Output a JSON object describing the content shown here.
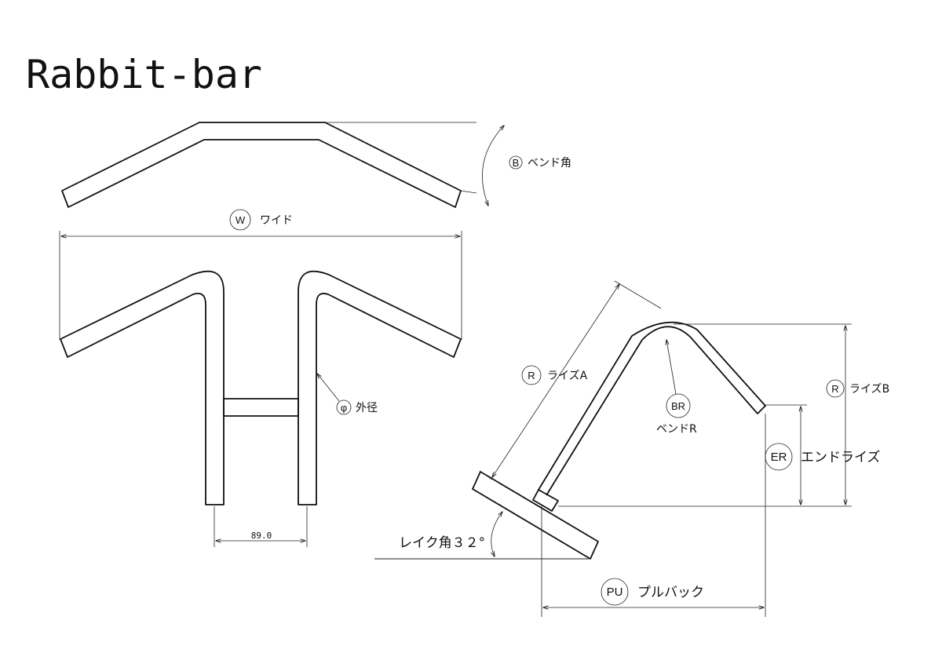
{
  "title": "Rabbit-bar",
  "labels": {
    "bend_angle": {
      "symbol": "B",
      "text": "ベンド角"
    },
    "width": {
      "symbol": "W",
      "text": "ワイド"
    },
    "outer_diameter": {
      "symbol": "φ",
      "text": "外径"
    },
    "rise_a": {
      "symbol": "R",
      "text": "ライズA"
    },
    "rise_b": {
      "symbol": "R",
      "text": "ライズB"
    },
    "bend_r": {
      "symbol": "BR",
      "text": "ベンドR"
    },
    "end_rise": {
      "symbol": "ER",
      "text": "エンドライズ"
    },
    "rake": {
      "text": "レイク角３２°"
    },
    "pullback": {
      "symbol": "PU",
      "text": "プルバック"
    }
  },
  "dimensions": {
    "clamp_gap": "89.0"
  }
}
